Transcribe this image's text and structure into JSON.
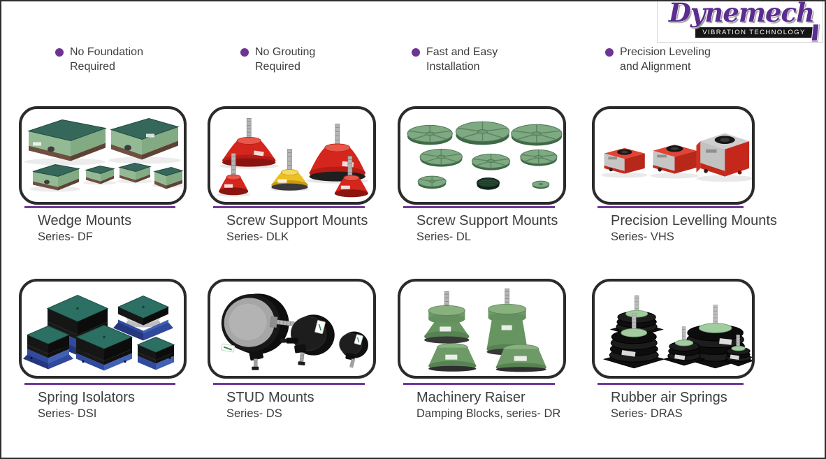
{
  "brand": {
    "name": "Dynemech",
    "tagline": "VIBRATION TECHNOLOGY"
  },
  "features": [
    {
      "line1": "No Foundation",
      "line2": "Required"
    },
    {
      "line1": "No Grouting",
      "line2": "Required"
    },
    {
      "line1": "Fast and Easy",
      "line2": "Installation"
    },
    {
      "line1": "Precision Leveling",
      "line2": "and Alignment"
    }
  ],
  "products": [
    {
      "title": "Wedge Mounts",
      "series": "Series- DF"
    },
    {
      "title": "Screw Support Mounts",
      "series": "Series- DLK"
    },
    {
      "title": "Screw Support Mounts",
      "series": "Series- DL"
    },
    {
      "title": "Precision Levelling Mounts",
      "series": "Series- VHS"
    },
    {
      "title": "Spring Isolators",
      "series": "Series- DSI"
    },
    {
      "title": "STUD Mounts",
      "series": "Series- DS"
    },
    {
      "title": "Machinery Raiser",
      "series": "Damping Blocks, series- DR"
    },
    {
      "title": "Rubber air Springs",
      "series": "Series- DRAS"
    }
  ],
  "colors": {
    "accent_line_purple": "#71399b",
    "bullet_purple": "#6e3492",
    "brand_purple": "#5c2d91",
    "text_gray": "#3d3d3f",
    "box_border_black": "#2b2b2b",
    "mount_red": "#d4261d",
    "mount_yellow": "#eebf22",
    "mount_green": "#7fa982",
    "isolator_blue": "#3a55a8",
    "isolator_teal": "#2c6f63"
  }
}
